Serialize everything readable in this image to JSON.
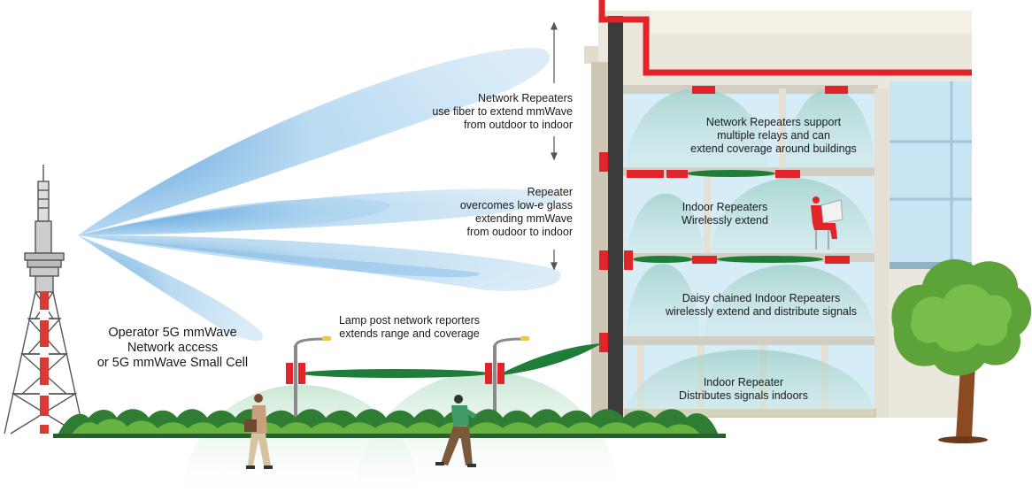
{
  "labels": {
    "network_repeaters_fiber": "Network Repeaters\nuse fiber to extend mmWave\nfrom outdoor to indoor",
    "repeater_low_e": "Repeater\novercomes low-e glass\nextending mmWave\nfrom oudoor to indoor",
    "operator_5g": "Operator 5G mmWave\nNetwork access\nor 5G mmWave Small Cell",
    "lamp_post": "Lamp post network reporters\nextends range and coverage",
    "network_repeaters_support": "Network Repeaters support\nmultiple relays and can\nextend coverage around buildings",
    "indoor_wirelessly": "Indoor Repeaters\nWirelessly extend",
    "daisy_chained": "Daisy chained Indoor Repeaters\nwirelessly extend and distribute signals",
    "indoor_distributes": "Indoor Repeater\nDistributes signals indoors"
  },
  "colors": {
    "beam": "#a9d2ee",
    "beam_core": "#3f8fd6",
    "coverage": "#8fc8bd",
    "repeater": "#e0242a",
    "fiber": "#e0242a",
    "link": "#1f7d3a",
    "tower_red": "#d93a33",
    "tower_frame": "#555555",
    "hedge": "#2e7d32",
    "tree_leaf": "#5ea33a",
    "tree_trunk": "#8a4a22",
    "wall": "#ece7dc",
    "glass": "#d6ecf6"
  }
}
